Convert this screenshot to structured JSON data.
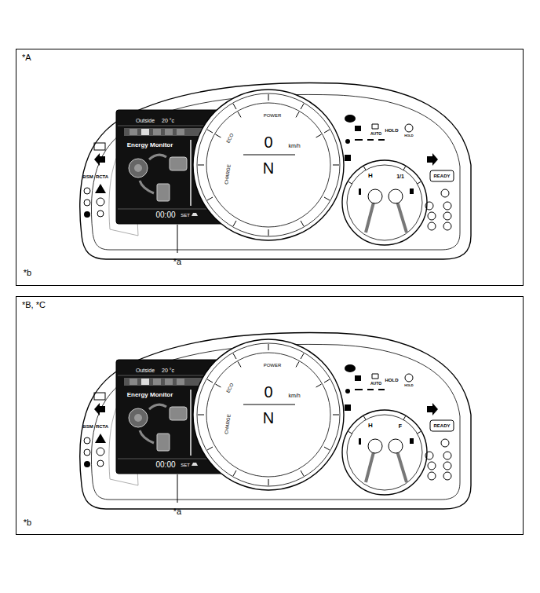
{
  "diagram": {
    "nodes": [
      {
        "text": [
          "*A"
        ]
      },
      {
        "text": [
          "*B, *C"
        ]
      }
    ],
    "labels": [
      "Outside",
      "20 °c",
      "Energy Monitor",
      "00:00",
      "SET",
      "POWER",
      "ECO",
      "CHARGE",
      "0",
      "km/h",
      "N",
      "BSM",
      "RCTA",
      "HOLD",
      "AUTO",
      "HOLD",
      "READY",
      "H",
      "1/1",
      "*a",
      "*b",
      "Outside",
      "20 °c",
      "Energy Monitor",
      "00:00",
      "SET",
      "POWER",
      "ECO",
      "CHARGE",
      "0",
      "km/h",
      "N",
      "BSM",
      "RCTA",
      "HOLD",
      "AUTO",
      "HOLD",
      "READY",
      "H",
      "F",
      "*a",
      "*b"
    ]
  }
}
